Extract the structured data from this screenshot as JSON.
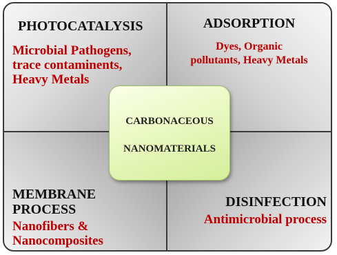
{
  "diagram": {
    "center": {
      "line1": "CARBONACEOUS",
      "line2": "NANOMATERIALS"
    },
    "quadrants": {
      "top_left": {
        "title": "PHOTOCATALYSIS",
        "desc_lines": [
          "Microbial Pathogens,",
          "trace contaminents,",
          "Heavy Metals"
        ]
      },
      "top_right": {
        "title": "ADSORPTION",
        "desc_lines": [
          "Dyes, Organic",
          "pollutants, Heavy Metals"
        ]
      },
      "bottom_left": {
        "title_lines": [
          "MEMBRANE",
          "PROCESS"
        ],
        "desc_lines": [
          "Nanofibers &",
          "Nanocomposites"
        ]
      },
      "bottom_right": {
        "title": "DISINFECTION",
        "desc": "Antimicrobial process"
      }
    },
    "colors": {
      "title_text": "#111111",
      "desc_text": "#c00000",
      "center_fill": "#ecf9c6",
      "border": "#3a3a3a"
    }
  }
}
